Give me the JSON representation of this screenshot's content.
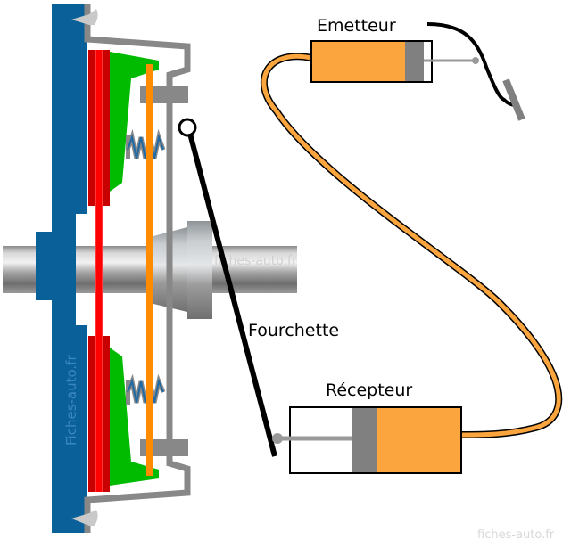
{
  "diagram": {
    "title": "Embrayage hydraulique",
    "labels": {
      "emetteur": "Emetteur",
      "recepteur": "Récepteur",
      "fourchette": "Fourchette"
    },
    "watermarks": {
      "bottom_right": "fiches-auto.fr",
      "shaft": "fiches-auto.fr",
      "flywheel": "Fiches-auto.fr"
    },
    "components": [
      {
        "name": "flywheel",
        "color": "#0a6199"
      },
      {
        "name": "friction-disc",
        "color": "#c80000"
      },
      {
        "name": "disc-core",
        "color": "#ff0000"
      },
      {
        "name": "pressure-plate",
        "color": "#00bb00"
      },
      {
        "name": "diaphragm",
        "color": "#ff8c00"
      },
      {
        "name": "clutch-cover",
        "color": "#888888"
      },
      {
        "name": "springs",
        "color": "#1f6aa5"
      },
      {
        "name": "shaft",
        "color": "#a0a0a0"
      },
      {
        "name": "fork",
        "color": "#000000"
      },
      {
        "name": "hydraulic-line",
        "color": "#fba53f"
      },
      {
        "name": "piston",
        "color": "#808080"
      },
      {
        "name": "pedal",
        "color": "#808080"
      }
    ]
  }
}
